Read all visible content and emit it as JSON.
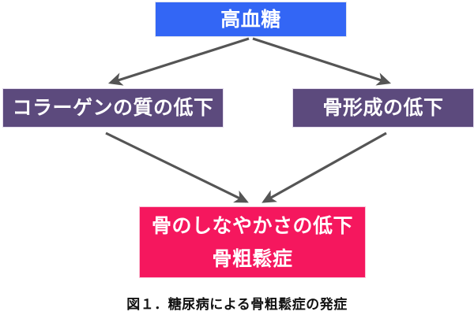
{
  "figure": {
    "caption": "図１．糖尿病による骨粗鬆症の発症",
    "title_node": "高血糖"
  },
  "nodes": {
    "hyperglycemia": {
      "label": "高血糖",
      "color": "#3366f5",
      "text_color": "#ffffff"
    },
    "collagen_quality": {
      "label": "コラーゲンの質の低下",
      "color": "#5c4a7d",
      "text_color": "#ffffff"
    },
    "bone_formation": {
      "label": "骨形成の低下",
      "color": "#5c4a7d",
      "text_color": "#ffffff"
    },
    "outcome": {
      "line1": "骨のしなやかさの低下",
      "line2": "骨粗鬆症",
      "color": "#f5175e",
      "text_color": "#ffffff"
    }
  },
  "arrows": {
    "color": "#555555",
    "list": [
      {
        "name": "hyperglycemia-to-collagen",
        "from": "hyperglycemia",
        "to": "collagen_quality"
      },
      {
        "name": "hyperglycemia-to-bone-formation",
        "from": "hyperglycemia",
        "to": "bone_formation"
      },
      {
        "name": "collagen-to-outcome",
        "from": "collagen_quality",
        "to": "outcome"
      },
      {
        "name": "bone-formation-to-outcome",
        "from": "bone_formation",
        "to": "outcome"
      }
    ]
  }
}
